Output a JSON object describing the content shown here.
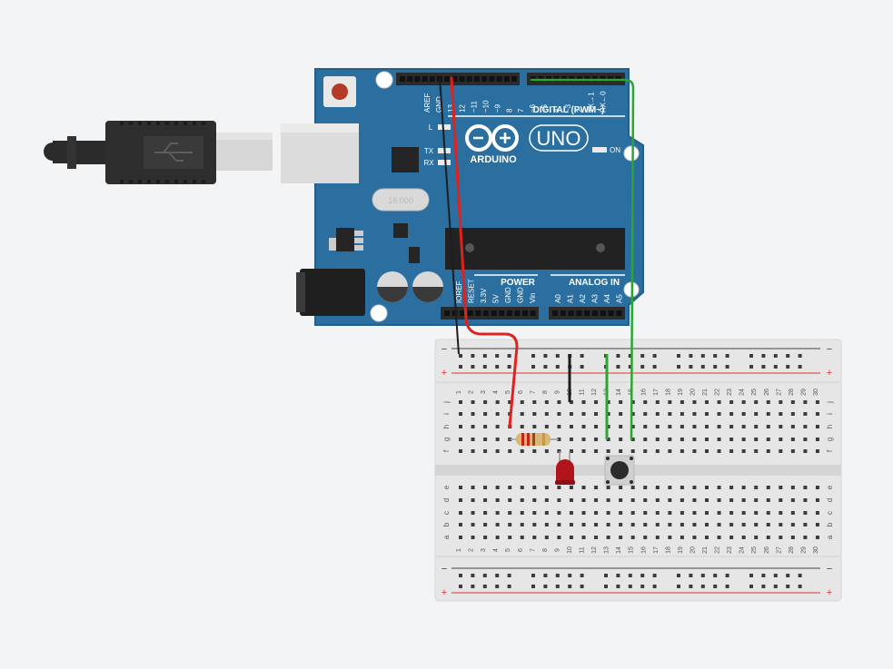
{
  "canvas": {
    "background": "#f3f4f6"
  },
  "arduino": {
    "brand": "ARDUINO",
    "model": "UNO",
    "digital_label": "DIGITAL (PWM~)",
    "power_label": "POWER",
    "analog_label": "ANALOG IN",
    "led_labels": {
      "l": "L",
      "tx": "TX",
      "rx": "RX",
      "on": "ON"
    },
    "crystal_label": "16.000",
    "digital_pins": [
      "AREF",
      "GND",
      "13",
      "12",
      "~11",
      "~10",
      "~9",
      "8",
      "7",
      "~6",
      "~5",
      "4",
      "~3",
      "2",
      "TX→1",
      "RX←0"
    ],
    "power_pins": [
      "IOREF",
      "RESET",
      "3.3V",
      "5V",
      "GND",
      "GND",
      "Vin"
    ],
    "analog_pins": [
      "A0",
      "A1",
      "A2",
      "A3",
      "A4",
      "A5"
    ],
    "board_color": "#2a6fa0"
  },
  "breadboard": {
    "columns": [
      "1",
      "2",
      "3",
      "4",
      "5",
      "6",
      "7",
      "8",
      "9",
      "10",
      "11",
      "12",
      "13",
      "14",
      "15",
      "16",
      "17",
      "18",
      "19",
      "20",
      "21",
      "22",
      "23",
      "24",
      "25",
      "26",
      "27",
      "28",
      "29",
      "30"
    ],
    "rows_top": [
      "j",
      "i",
      "h",
      "g",
      "f"
    ],
    "rows_bottom": [
      "e",
      "d",
      "c",
      "b",
      "a"
    ],
    "rail_minus": "−",
    "rail_plus": "+"
  },
  "wires": [
    {
      "name": "black-gnd-wire",
      "color": "#1e1e1e"
    },
    {
      "name": "red-pin13-wire",
      "color": "#e0221e"
    },
    {
      "name": "green-pin7-wire",
      "color": "#2aa632"
    },
    {
      "name": "black-button-ground-jumper",
      "color": "#1e1e1e"
    },
    {
      "name": "green-button-jumper",
      "color": "#2aa632"
    }
  ],
  "components": {
    "resistor_color": "#d9b776",
    "led_color": "#b0141c",
    "button_color": "#2b2b2b"
  }
}
